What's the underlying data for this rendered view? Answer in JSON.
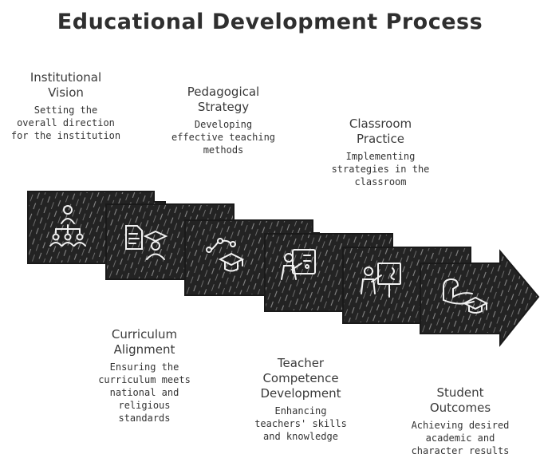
{
  "title": "Educational Development Process",
  "steps": [
    {
      "title": "Institutional\nVision",
      "desc": "Setting the\noverall direction\nfor the institution",
      "icon": "hierarchy-people-icon"
    },
    {
      "title": "Curriculum\nAlignment",
      "desc": "Ensuring the\ncurriculum meets\nnational and\nreligious\nstandards",
      "icon": "document-graduate-icon"
    },
    {
      "title": "Pedagogical\nStrategy",
      "desc": "Developing\neffective teaching\nmethods",
      "icon": "network-graduation-cap-icon"
    },
    {
      "title": "Teacher\nCompetence\nDevelopment",
      "desc": "Enhancing\nteachers' skills\nand knowledge",
      "icon": "teacher-whiteboard-icon"
    },
    {
      "title": "Classroom\nPractice",
      "desc": "Implementing\nstrategies in the\nclassroom",
      "icon": "presenter-board-icon"
    },
    {
      "title": "Student\nOutcomes",
      "desc": "Achieving desired\nacademic and\ncharacter results",
      "icon": "arm-graduation-cap-icon"
    }
  ],
  "colors": {
    "block": "#232323",
    "hatch": "#e8e8e8",
    "icon": "#f2f2f2",
    "text": "#333333"
  }
}
